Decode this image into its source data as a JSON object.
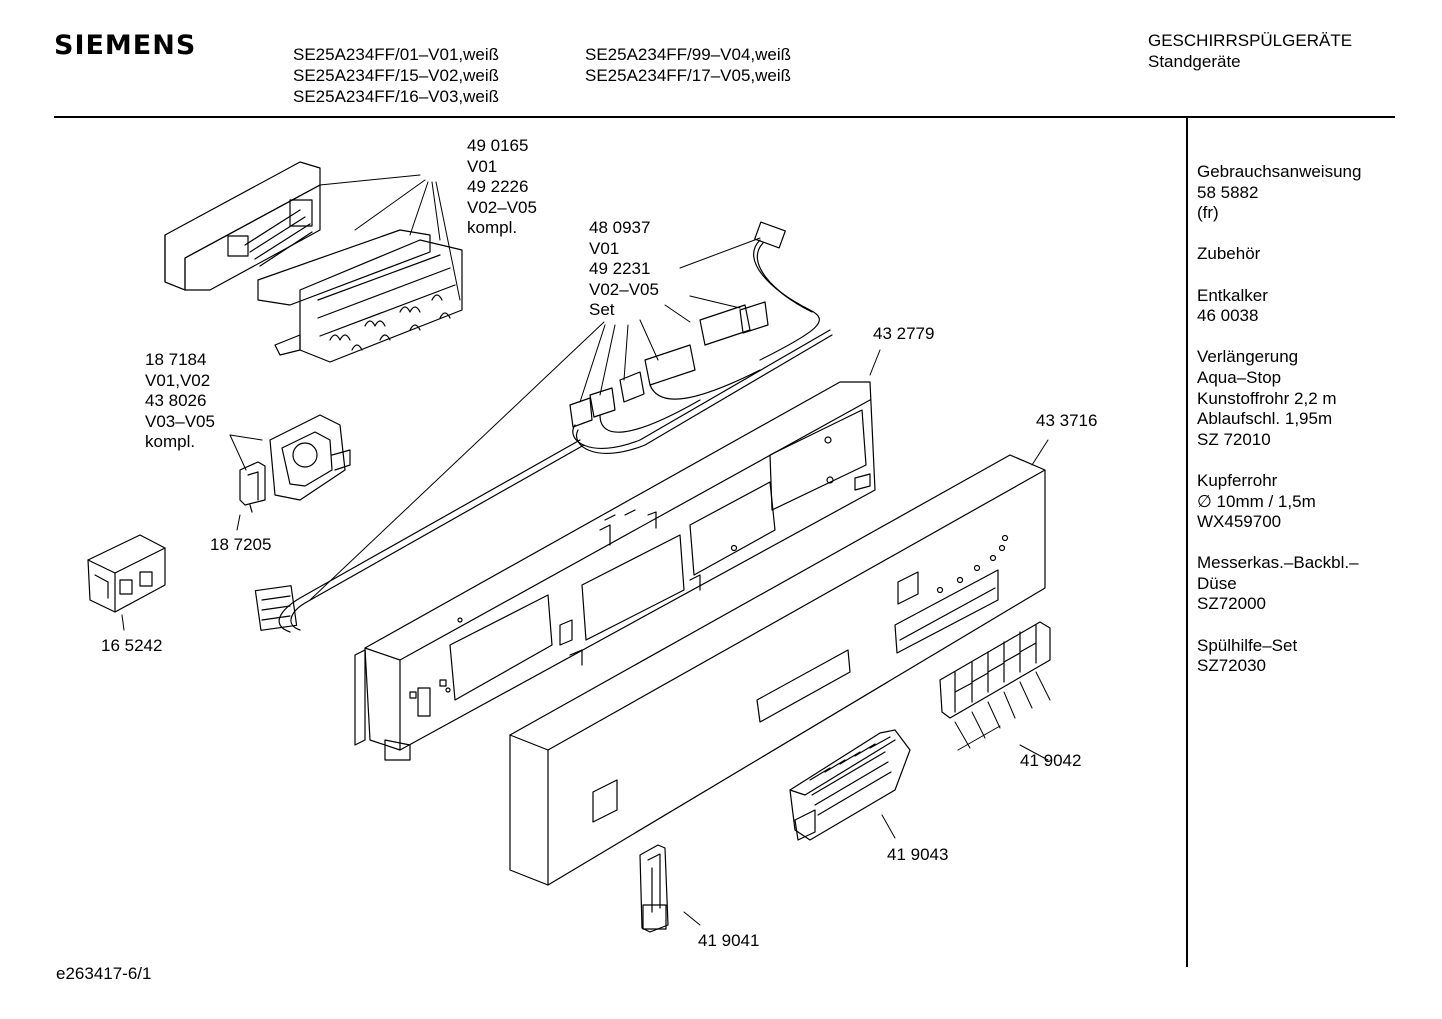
{
  "header": {
    "brand": "SIEMENS",
    "models_left": [
      "SE25A234FF/01–V01,weiß",
      "SE25A234FF/15–V02,weiß",
      "SE25A234FF/16–V03,weiß"
    ],
    "models_right": [
      "SE25A234FF/99–V04,weiß",
      "SE25A234FF/17–V05,weiß"
    ],
    "category": "GESCHIRRSPÜLGERÄTE",
    "subcategory": "Standgeräte"
  },
  "sidebar": {
    "groups": [
      [
        "Gebrauchsanweisung",
        "58 5882",
        "(fr)"
      ],
      [
        "Zubehör"
      ],
      [
        "Entkalker",
        "46 0038"
      ],
      [
        "Verlängerung",
        "Aqua–Stop",
        "Kunstoffrohr 2,2 m",
        "Ablaufschl. 1,95m",
        "SZ 72010"
      ],
      [
        "Kupferrohr",
        "∅ 10mm / 1,5m",
        "WX459700"
      ],
      [
        "Messerkas.–Backbl.–",
        "Düse",
        "SZ72000"
      ],
      [
        "Spülhilfe–Set",
        "SZ72030"
      ]
    ]
  },
  "labels": {
    "control_module": [
      "49 0165",
      "V01",
      "49 2226",
      "V02–V05",
      "kompl."
    ],
    "wiring_set": [
      "48 0937",
      "V01",
      "49 2231",
      "V02–V05",
      "Set"
    ],
    "switch_kit": [
      "18 7184",
      "V01,V02",
      "43 8026",
      "V03–V05",
      "kompl."
    ],
    "switch": "18 7205",
    "socket": "16 5242",
    "inner_panel": "43 2779",
    "front_panel": "43 3716",
    "buttons": "41 9042",
    "handle_insert": "41 9043",
    "latch": "41 9041"
  },
  "footer": {
    "drawing_id": "e263417-6/1"
  }
}
